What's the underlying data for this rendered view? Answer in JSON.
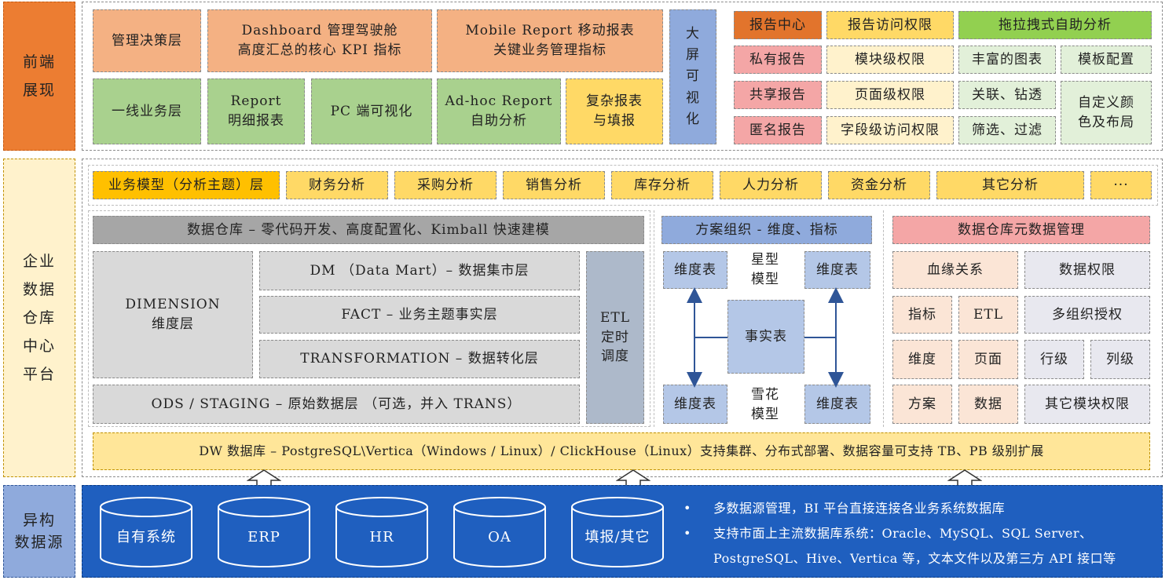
{
  "sidebars": {
    "frontend": "前端\n展现",
    "warehouse": "企业\n数据\n仓库\n中心\n平台",
    "sources": "异构\n数据源"
  },
  "frontend": {
    "mgmt_layer": "管理决策层",
    "dashboard_l1": "Dashboard 管理驾驶舱",
    "dashboard_l2": "高度汇总的核心 KPI 指标",
    "mobile_l1": "Mobile Report 移动报表",
    "mobile_l2": "关键业务管理指标",
    "bigscreen": "大\n屏\n可\n视\n化",
    "frontline_layer": "一线业务层",
    "report_l1": "Report",
    "report_l2": "明细报表",
    "pc_vis": "PC 端可视化",
    "adhoc_l1": "Ad-hoc Report",
    "adhoc_l2": "自助分析",
    "complex_l1": "复杂报表",
    "complex_l2": "与填报",
    "report_center": "报告中心",
    "private_report": "私有报告",
    "shared_report": "共享报告",
    "anon_report": "匿名报告",
    "access_perm": "报告访问权限",
    "module_perm": "模块级权限",
    "page_perm": "页面级权限",
    "field_perm": "字段级访问权限",
    "dragdrop": "拖拉拽式自助分析",
    "rich_charts": "丰富的图表",
    "template_cfg": "模板配置",
    "drill": "关联、钻透",
    "filter": "筛选、过滤",
    "custom_color_l1": "自定义颜",
    "custom_color_l2": "色及布局"
  },
  "warehouse": {
    "biz_model": "业务模型（分析主题）层",
    "topics": [
      "财务分析",
      "采购分析",
      "销售分析",
      "库存分析",
      "人力分析",
      "资金分析",
      "其它分析",
      "···"
    ],
    "dw_header": "数据仓库 – 零代码开发、高度配置化、Kimball 快速建模",
    "dimension_l1": "DIMENSION",
    "dimension_l2": "维度层",
    "dm": "DM （Data Mart）– 数据集市层",
    "fact": "FACT – 业务主题事实层",
    "transformation": "TRANSFORMATION – 数据转化层",
    "ods": "ODS / STAGING – 原始数据层 （可选，并入 TRANS）",
    "etl_l1": "ETL",
    "etl_l2": "定时",
    "etl_l3": "调度",
    "scheme_header": "方案组织 - 维度、指标",
    "dim_table": "维度表",
    "star_l1": "星型",
    "star_l2": "模型",
    "fact_table": "事实表",
    "snow_l1": "雪花",
    "snow_l2": "模型",
    "meta_header": "数据仓库元数据管理",
    "lineage": "血缘关系",
    "data_perm": "数据权限",
    "metric": "指标",
    "etl": "ETL",
    "multi_org": "多组织授权",
    "dimension": "维度",
    "page": "页面",
    "row_level": "行级",
    "col_level": "列级",
    "scheme": "方案",
    "data": "数据",
    "other_module": "其它模块权限",
    "dw_db": "DW 数据库 – PostgreSQL\\Vertica（Windows / Linux）/ ClickHouse（Linux）支持集群、分布式部署、数据容量可支持 TB、PB 级别扩展"
  },
  "sources": {
    "db": [
      "自有系统",
      "ERP",
      "HR",
      "OA",
      "填报/其它"
    ],
    "bullet1": "多数据源管理，BI 平台直接连接各业务系统数据库",
    "bullet2_l1": "支持市面上主流数据库系统：Oracle、MySQL、SQL Server、",
    "bullet2_l2": "PostgreSQL、Hive、Vertica 等，文本文件以及第三方 API 接口等"
  },
  "colors": {
    "orange_sidebar": "#ec7d32",
    "blue_source": "#1f5fbf",
    "yellow": "#ffd966",
    "green": "#a9d18e"
  }
}
